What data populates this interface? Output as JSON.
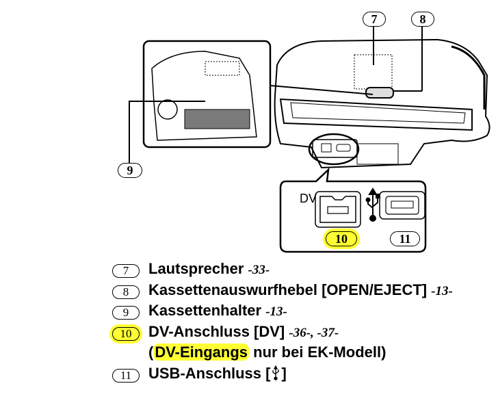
{
  "figure": {
    "callouts": [
      "7",
      "8",
      "9",
      "10",
      "11"
    ],
    "dv_label": "DV",
    "usb_icon": "usb-icon",
    "highlight_color": "#ffff33"
  },
  "list": [
    {
      "num": "7",
      "label": "Lautsprecher",
      "pages": "-33-"
    },
    {
      "num": "8",
      "label": "Kassettenauswurfhebel [OPEN/EJECT]",
      "pages": "-13-"
    },
    {
      "num": "9",
      "label": "Kassettenhalter",
      "pages": "-13-"
    },
    {
      "num": "10",
      "label": "DV-Anschluss [DV]",
      "pages": "-36-, -37-"
    },
    {
      "num": "",
      "label_open": "(",
      "label_highlight": "DV-Eingangs",
      "label_rest": " nur bei EK-Modell)"
    },
    {
      "num": "11",
      "label": "USB-Anschluss [",
      "icon": "usb-icon",
      "label_close": "]"
    }
  ]
}
